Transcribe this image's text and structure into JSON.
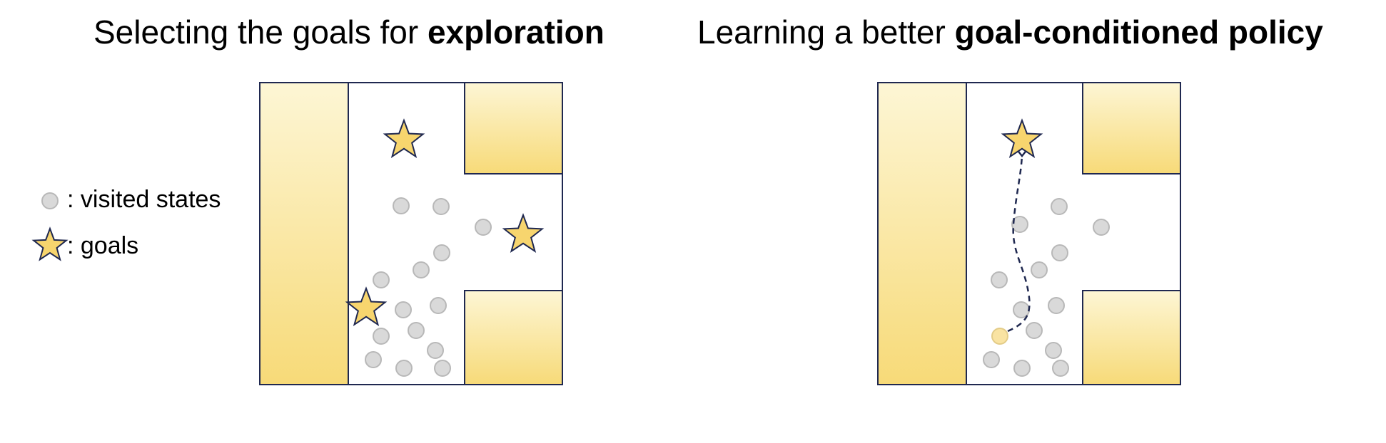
{
  "titles": {
    "left": {
      "prefix": "Selecting the goals for ",
      "bold": "exploration"
    },
    "right": {
      "prefix": "Learning a better ",
      "bold": "goal-conditioned policy"
    }
  },
  "legend": {
    "visited": {
      "icon": "gray-circle-icon",
      "text": ": visited states"
    },
    "goals": {
      "icon": "star-icon",
      "text": ": goals"
    }
  },
  "colors": {
    "wall_top": "#fdf6d5",
    "wall_bottom": "#f7da78",
    "outline": "#1f2850",
    "state_fill": "#d9d9d9",
    "state_stroke": "#b8b8b8",
    "star_fill": "#f7d56e",
    "start_state_fill": "#f9e3a2"
  }
}
